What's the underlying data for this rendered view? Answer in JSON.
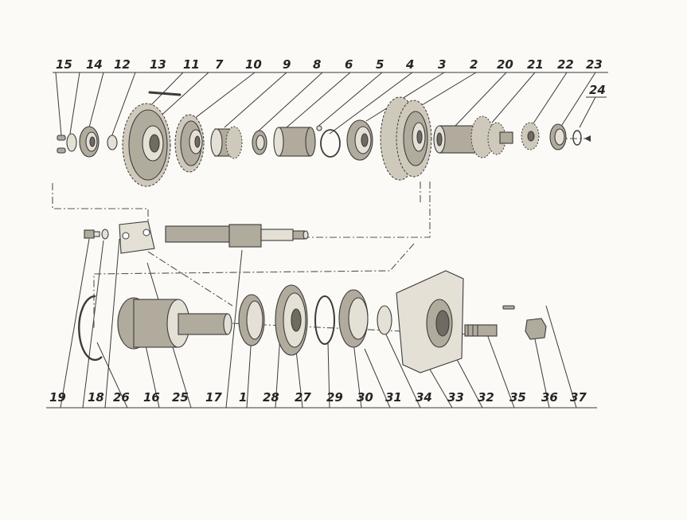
{
  "diagram": {
    "part_numbers": {
      "top_row": [
        "15",
        "14",
        "12",
        "13",
        "11",
        "7",
        "10",
        "9",
        "8",
        "6",
        "5",
        "4",
        "3",
        "2",
        "20",
        "21",
        "22",
        "23",
        "24"
      ],
      "bottom_row": [
        "19",
        "18",
        "26",
        "16",
        "25",
        "17",
        "1",
        "28",
        "27",
        "29",
        "30",
        "31",
        "34",
        "33",
        "32",
        "35",
        "36",
        "37"
      ]
    }
  }
}
